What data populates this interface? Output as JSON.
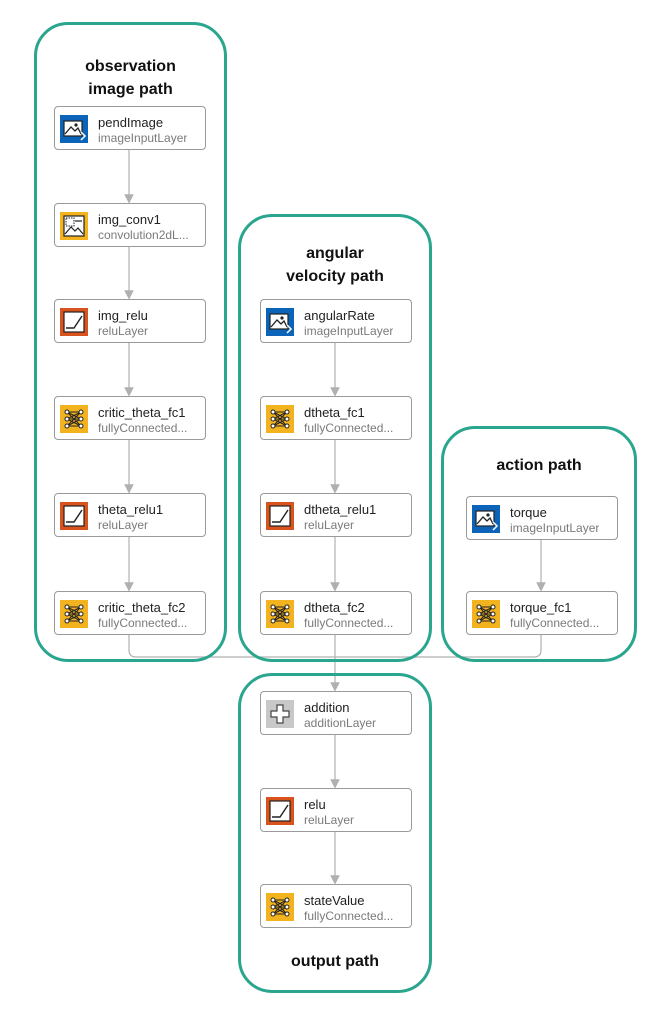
{
  "groups": [
    {
      "title": "observation\nimage path"
    },
    {
      "title": "angular\nvelocity path"
    },
    {
      "title": "action path"
    },
    {
      "title": "output path"
    }
  ],
  "nodes": [
    {
      "name": "pendImage",
      "type": "imageInputLayer",
      "icon": "image-input-icon",
      "color": "#0c64b8"
    },
    {
      "name": "img_conv1",
      "type": "convolution2dL...",
      "icon": "convolution-icon",
      "color": "#f2b31e"
    },
    {
      "name": "img_relu",
      "type": "reluLayer",
      "icon": "relu-icon",
      "color": "#d9531e"
    },
    {
      "name": "critic_theta_fc1",
      "type": "fullyConnected...",
      "icon": "fully-connected-icon",
      "color": "#f2b31e"
    },
    {
      "name": "theta_relu1",
      "type": "reluLayer",
      "icon": "relu-icon",
      "color": "#d9531e"
    },
    {
      "name": "critic_theta_fc2",
      "type": "fullyConnected...",
      "icon": "fully-connected-icon",
      "color": "#f2b31e"
    },
    {
      "name": "angularRate",
      "type": "imageInputLayer",
      "icon": "image-input-icon",
      "color": "#0c64b8"
    },
    {
      "name": "dtheta_fc1",
      "type": "fullyConnected...",
      "icon": "fully-connected-icon",
      "color": "#f2b31e"
    },
    {
      "name": "dtheta_relu1",
      "type": "reluLayer",
      "icon": "relu-icon",
      "color": "#d9531e"
    },
    {
      "name": "dtheta_fc2",
      "type": "fullyConnected...",
      "icon": "fully-connected-icon",
      "color": "#f2b31e"
    },
    {
      "name": "torque",
      "type": "imageInputLayer",
      "icon": "image-input-icon",
      "color": "#0c64b8"
    },
    {
      "name": "torque_fc1",
      "type": "fullyConnected...",
      "icon": "fully-connected-icon",
      "color": "#f2b31e"
    },
    {
      "name": "addition",
      "type": "additionLayer",
      "icon": "addition-icon",
      "color": "#c8c8c8"
    },
    {
      "name": "relu",
      "type": "reluLayer",
      "icon": "relu-icon",
      "color": "#d9531e"
    },
    {
      "name": "stateValue",
      "type": "fullyConnected...",
      "icon": "fully-connected-icon",
      "color": "#f2b31e"
    }
  ],
  "colors": {
    "group_border": "#2aa58e",
    "edge": "#b0b0b0",
    "node_border": "#9a9a9a"
  }
}
